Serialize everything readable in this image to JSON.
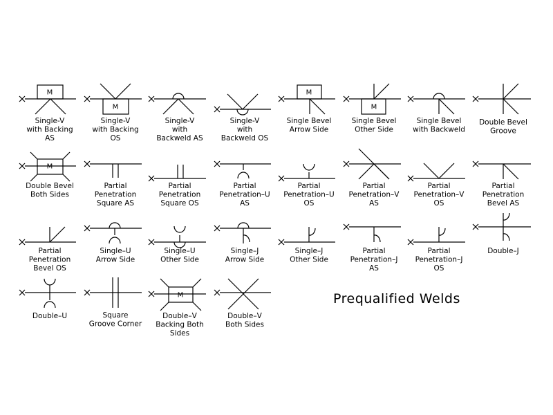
{
  "title": "Prequalified Welds",
  "marker": "M",
  "welds": [
    {
      "id": "single-v-backing-as",
      "label": [
        "Single-V",
        "with Backing",
        "AS"
      ]
    },
    {
      "id": "single-v-backing-os",
      "label": [
        "Single-V",
        "with Backing",
        "OS"
      ]
    },
    {
      "id": "single-v-backweld-as",
      "label": [
        "Single-V",
        "with",
        "Backweld AS"
      ]
    },
    {
      "id": "single-v-backweld-os",
      "label": [
        "Single-V",
        "with",
        "Backweld OS"
      ]
    },
    {
      "id": "single-bevel-arrow-side",
      "label": [
        "Single Bevel",
        "Arrow Side"
      ]
    },
    {
      "id": "single-bevel-other-side",
      "label": [
        "Single Bevel",
        "Other Side"
      ]
    },
    {
      "id": "single-bevel-backweld",
      "label": [
        "Single Bevel",
        "with Backweld"
      ]
    },
    {
      "id": "double-bevel-groove",
      "label": [
        "Double Bevel",
        "Groove"
      ]
    },
    {
      "id": "double-bevel-both-sides",
      "label": [
        "Double Bevel",
        "Both Sides"
      ]
    },
    {
      "id": "partial-penetration-square-as",
      "label": [
        "Partial",
        "Penetration",
        "Square AS"
      ]
    },
    {
      "id": "partial-penetration-square-os",
      "label": [
        "Partial",
        "Penetration",
        "Square OS"
      ]
    },
    {
      "id": "partial-penetration-u-as",
      "label": [
        "Partial",
        "Penetration–U",
        "AS"
      ]
    },
    {
      "id": "partial-penetration-u-os",
      "label": [
        "Partial",
        "Penetration–U",
        "OS"
      ]
    },
    {
      "id": "partial-penetration-v-as",
      "label": [
        "Partial",
        "Penetration–V",
        "AS"
      ]
    },
    {
      "id": "partial-penetration-v-os",
      "label": [
        "Partial",
        "Penetration–V",
        "OS"
      ]
    },
    {
      "id": "partial-penetration-bevel-as",
      "label": [
        "Partial",
        "Penetration",
        "Bevel AS"
      ]
    },
    {
      "id": "partial-penetration-bevel-os",
      "label": [
        "Partial",
        "Penetration",
        "Bevel OS"
      ]
    },
    {
      "id": "single-u-arrow-side",
      "label": [
        "Single–U",
        "Arrow Side"
      ]
    },
    {
      "id": "single-u-other-side",
      "label": [
        "Single–U",
        "Other Side"
      ]
    },
    {
      "id": "single-j-arrow-side",
      "label": [
        "Single–J",
        "Arrow Side"
      ]
    },
    {
      "id": "single-j-other-side",
      "label": [
        "Single–J",
        "Other Side"
      ]
    },
    {
      "id": "partial-penetration-j-as",
      "label": [
        "Partial",
        "Penetration–J",
        "AS"
      ]
    },
    {
      "id": "partial-penetration-j-os",
      "label": [
        "Partial",
        "Penetration–J",
        "OS"
      ]
    },
    {
      "id": "double-j",
      "label": [
        "Double–J"
      ]
    },
    {
      "id": "double-u",
      "label": [
        "Double–U"
      ]
    },
    {
      "id": "square-groove-corner",
      "label": [
        "Square",
        "Groove Corner"
      ]
    },
    {
      "id": "double-v-backing-both-sides",
      "label": [
        "Double–V",
        "Backing Both",
        "Sides"
      ]
    },
    {
      "id": "double-v-both-sides",
      "label": [
        "Double–V",
        "Both Sides"
      ]
    }
  ]
}
